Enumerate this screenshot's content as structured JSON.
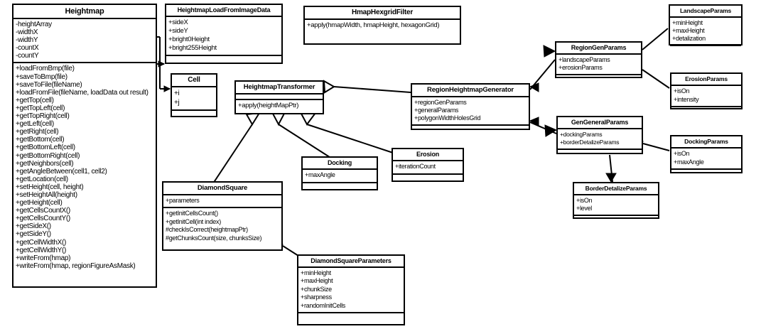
{
  "diagram": {
    "kind": "uml-class-diagram",
    "colors": {
      "stroke": "#000000",
      "fill": "#ffffff",
      "text": "#000000"
    },
    "classes": [
      {
        "id": "heightmap",
        "name": "Heightmap",
        "attributes": [
          "-heightArray",
          "-widthX",
          "-widthY",
          "-countX",
          "-countY"
        ],
        "methods": [
          "+loadFromBmp(file)",
          "+saveToBmp(file)",
          "+saveToFile(fileName)",
          "+loadFromFile(fileName, loadData out result)",
          "+getTop(cell)",
          "+getTopLeft(cell)",
          "+getTopRight(cell)",
          "+getLeft(cell)",
          "+getRight(cell)",
          "+getBottom(cell)",
          "+getBottomLeft(cell)",
          "+getBottomRight(cell)",
          "+getNeighbors(cell)",
          "+getAngleBetween(cell1, cell2)",
          "+getLocation(cell)",
          "+setHeight(cell, height)",
          "+setHeightAll(height)",
          "+getHeight(cell)",
          "+getCellsCountX()",
          "+getCellsCountY()",
          "+getSideX()",
          "+getSideY()",
          "+getCellWidthX()",
          "+getCellWidthY()",
          "+writeFrom(hmap)",
          "+writeFrom(hmap, regionFigureAsMask)"
        ]
      },
      {
        "id": "hmlfid",
        "name": "HeightmapLoadFromImageData",
        "attributes": [
          "+sideX",
          "+sideY",
          "+bright0Height",
          "+bright255Height"
        ],
        "methods": []
      },
      {
        "id": "cell",
        "name": "Cell",
        "attributes": [
          "+i",
          "+j"
        ],
        "methods": []
      },
      {
        "id": "hmaphex",
        "name": "HmapHexgridFilter",
        "attributes": [],
        "methods": [
          "+apply(hmapWidth, hmapHeight, hexagonGrid)"
        ]
      },
      {
        "id": "hmtrans",
        "name": "HeightmapTransformer",
        "attributes": [],
        "methods": [
          "+apply(heightMapPtr)"
        ]
      },
      {
        "id": "rhgen",
        "name": "RegionHeightmapGenerator",
        "attributes": [
          "+regionGenParams",
          "+generalParams",
          "+polygonWidthHolesGrid"
        ],
        "methods": []
      },
      {
        "id": "regionparams",
        "name": "RegionGenParams",
        "attributes": [
          "+landscapeParams",
          "+erosionParams"
        ],
        "methods": []
      },
      {
        "id": "gengeneral",
        "name": "GenGeneralParams",
        "attributes": [
          "+dockingParams",
          "+borderDetalizeParams"
        ],
        "methods": []
      },
      {
        "id": "landscape",
        "name": "LandscapeParams",
        "attributes": [
          "+minHeight",
          "+maxHeight",
          "+detalization"
        ],
        "methods": []
      },
      {
        "id": "erosionparams",
        "name": "ErosionParams",
        "attributes": [
          "+isOn",
          "+intensity"
        ],
        "methods": []
      },
      {
        "id": "dockingparams",
        "name": "DockingParams",
        "attributes": [
          "+isOn",
          "+maxAngle"
        ],
        "methods": []
      },
      {
        "id": "borderdet",
        "name": "BorderDetalizeParams",
        "attributes": [
          "+isOn",
          "+level"
        ],
        "methods": []
      },
      {
        "id": "erosion",
        "name": "Erosion",
        "attributes": [
          "+iterationCount"
        ],
        "methods": []
      },
      {
        "id": "docking",
        "name": "Docking",
        "attributes": [
          "+maxAngle"
        ],
        "methods": []
      },
      {
        "id": "diamond",
        "name": "DiamondSquare",
        "attributes": [
          "+parameters"
        ],
        "methods": [
          "+getInitCellsCount()",
          "+getInitCell(int index)",
          "#checkIsCorrect(heightmapPtr)",
          "#getChunksCount(size, chunksSize)"
        ]
      },
      {
        "id": "dsparams",
        "name": "DiamondSquareParameters",
        "attributes": [
          "+minHeight",
          "+maxHeight",
          "+chunkSize",
          "+sharpness",
          "+randomInitCells"
        ],
        "methods": []
      }
    ],
    "relations": [
      {
        "from": "diamond",
        "to": "hmtrans",
        "type": "generalization"
      },
      {
        "from": "docking",
        "to": "hmtrans",
        "type": "generalization"
      },
      {
        "from": "erosion",
        "to": "hmtrans",
        "type": "generalization"
      },
      {
        "from": "rhgen",
        "to": "hmtrans",
        "type": "generalization"
      },
      {
        "from": "heightmap",
        "to": "hmlfid",
        "type": "association"
      },
      {
        "from": "heightmap",
        "to": "cell",
        "type": "association"
      },
      {
        "from": "rhgen",
        "to": "regionparams",
        "type": "aggregation"
      },
      {
        "from": "rhgen",
        "to": "gengeneral",
        "type": "aggregation"
      },
      {
        "from": "regionparams",
        "to": "landscape",
        "type": "aggregation"
      },
      {
        "from": "regionparams",
        "to": "erosionparams",
        "type": "aggregation"
      },
      {
        "from": "gengeneral",
        "to": "dockingparams",
        "type": "aggregation"
      },
      {
        "from": "gengeneral",
        "to": "borderdet",
        "type": "aggregation"
      },
      {
        "from": "diamond",
        "to": "dsparams",
        "type": "aggregation"
      }
    ]
  }
}
